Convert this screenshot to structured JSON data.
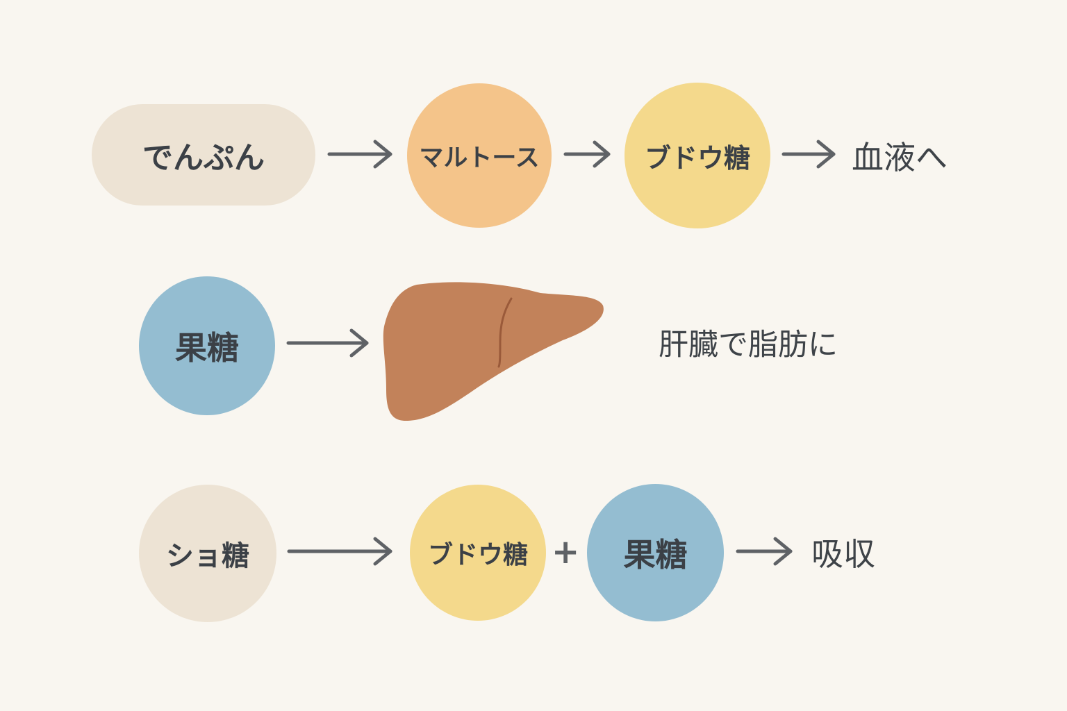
{
  "colors": {
    "background": "#f9f6f0",
    "beige": "#ede3d4",
    "orange": "#f4c48a",
    "yellow": "#f4d98c",
    "blue": "#94bdd1",
    "liver": "#c2825a",
    "liver_line": "#9a5a3a",
    "arrow": "#5f6266",
    "text": "#3e4348"
  },
  "row1": {
    "starch": "でんぷん",
    "maltose": "マルトース",
    "glucose": "ブドウ糖",
    "destination": "血液へ"
  },
  "row2": {
    "fructose": "果糖",
    "organ_icon": "liver-icon",
    "result": "肝臓で脂肪に"
  },
  "row3": {
    "sucrose": "ショ糖",
    "glucose": "ブドウ糖",
    "plus": "+",
    "fructose": "果糖",
    "result": "吸収"
  }
}
